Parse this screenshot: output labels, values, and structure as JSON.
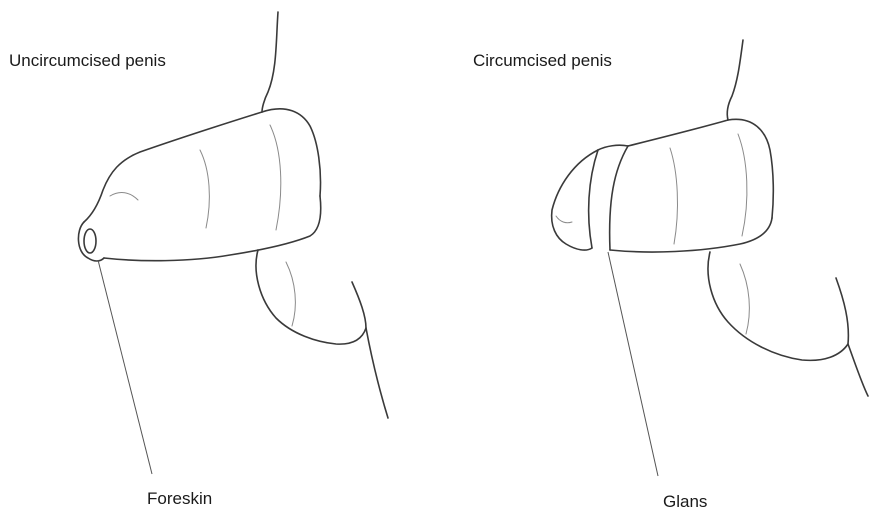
{
  "labels": {
    "uncircumcised": "Uncircumcised penis",
    "circumcised": "Circumcised penis",
    "foreskin": "Foreskin",
    "glans": "Glans"
  }
}
